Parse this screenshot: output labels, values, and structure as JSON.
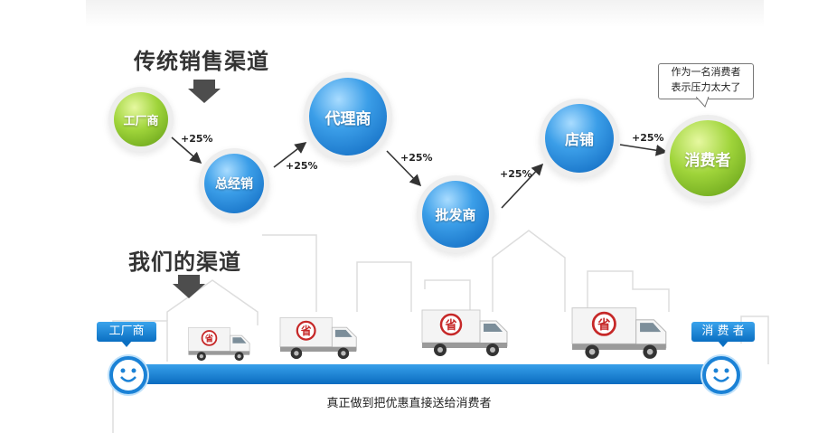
{
  "traditional": {
    "heading": "传统销售渠道",
    "nodes": {
      "factory": "工厂商",
      "distributor": "总经销",
      "agent": "代理商",
      "wholesaler": "批发商",
      "store": "店铺",
      "consumer": "消费者"
    },
    "markup": "+25%",
    "bubble_line1": "作为一名消费者",
    "bubble_line2": "表示压力太大了"
  },
  "ours": {
    "heading": "我们的渠道",
    "start_label": "工厂商",
    "end_label": "消 费 者",
    "caption": "真正做到把优惠直接送给消费者",
    "truck_badge": "省"
  },
  "colors": {
    "blue": "#1b82d6",
    "green": "#8cc63f",
    "arrow_gray": "#555555",
    "badge_red": "#c62828"
  }
}
